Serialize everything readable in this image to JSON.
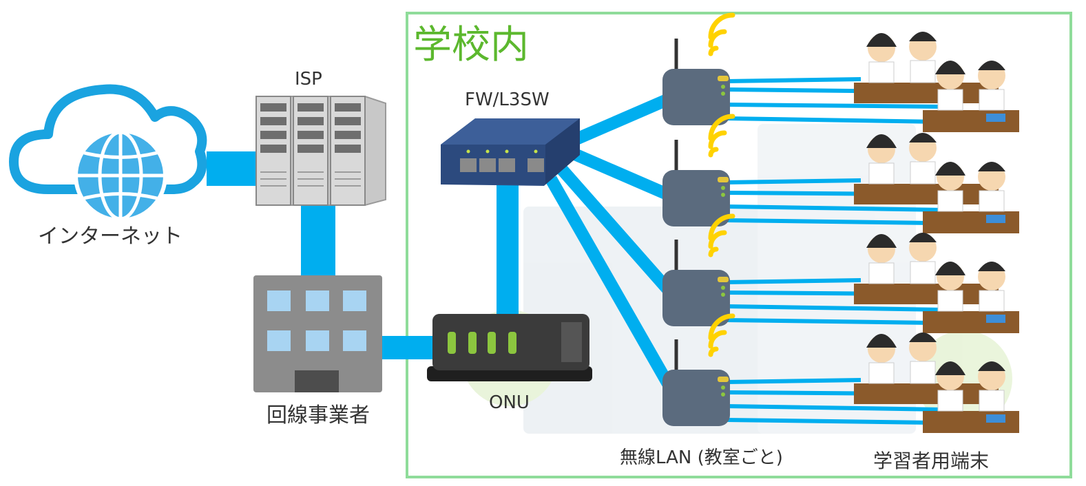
{
  "school_area": {
    "title": "学校内"
  },
  "nodes": {
    "internet": {
      "label": "インターネット",
      "icon": "globe-cloud-icon"
    },
    "isp": {
      "label": "ISP",
      "icon": "server-rack-icon"
    },
    "carrier": {
      "label": "回線事業者",
      "icon": "office-building-icon"
    },
    "onu": {
      "label": "ONU",
      "icon": "onu-modem-icon"
    },
    "fw": {
      "label": "FW/L3SW",
      "icon": "network-switch-icon"
    },
    "wlan": {
      "label": "無線LAN (教室ごと)",
      "icon": "wireless-access-point-icon"
    },
    "learners": {
      "label": "学習者用端末",
      "icon": "students-tablet-icon"
    }
  },
  "colors": {
    "link": "#00aeef",
    "school_border": "#8fdc9a",
    "school_title": "#5cb82e",
    "wifi": "#ffd200"
  }
}
